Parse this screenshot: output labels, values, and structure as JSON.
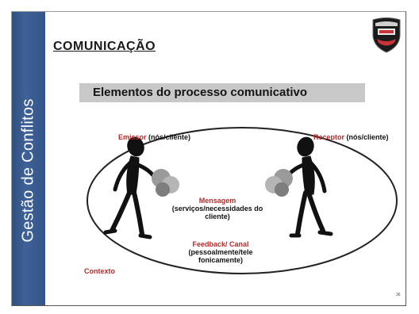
{
  "slide": {
    "sidebar_text": "Gestão de Conflitos",
    "title": "COMUNICAÇÃO",
    "subtitle": "Elementos do processo comunicativo",
    "emissor": {
      "label": "Emissor",
      "detail": "(nós/cliente)"
    },
    "receptor": {
      "label": "Receptor",
      "detail": "(nós/cliente)"
    },
    "mensagem": {
      "label": "Mensagem",
      "line1": "(serviços/necessidades do",
      "line2": "cliente)"
    },
    "feedback": {
      "label": "Feedback/ Canal",
      "line1": "(pessoalmente/tele",
      "line2": "fonicamente)"
    },
    "contexto": "Contexto",
    "page_number": "36",
    "colors": {
      "sidebar": "#3a5a8c",
      "red_label": "#b12a2a",
      "band": "#c8c8c8"
    }
  }
}
